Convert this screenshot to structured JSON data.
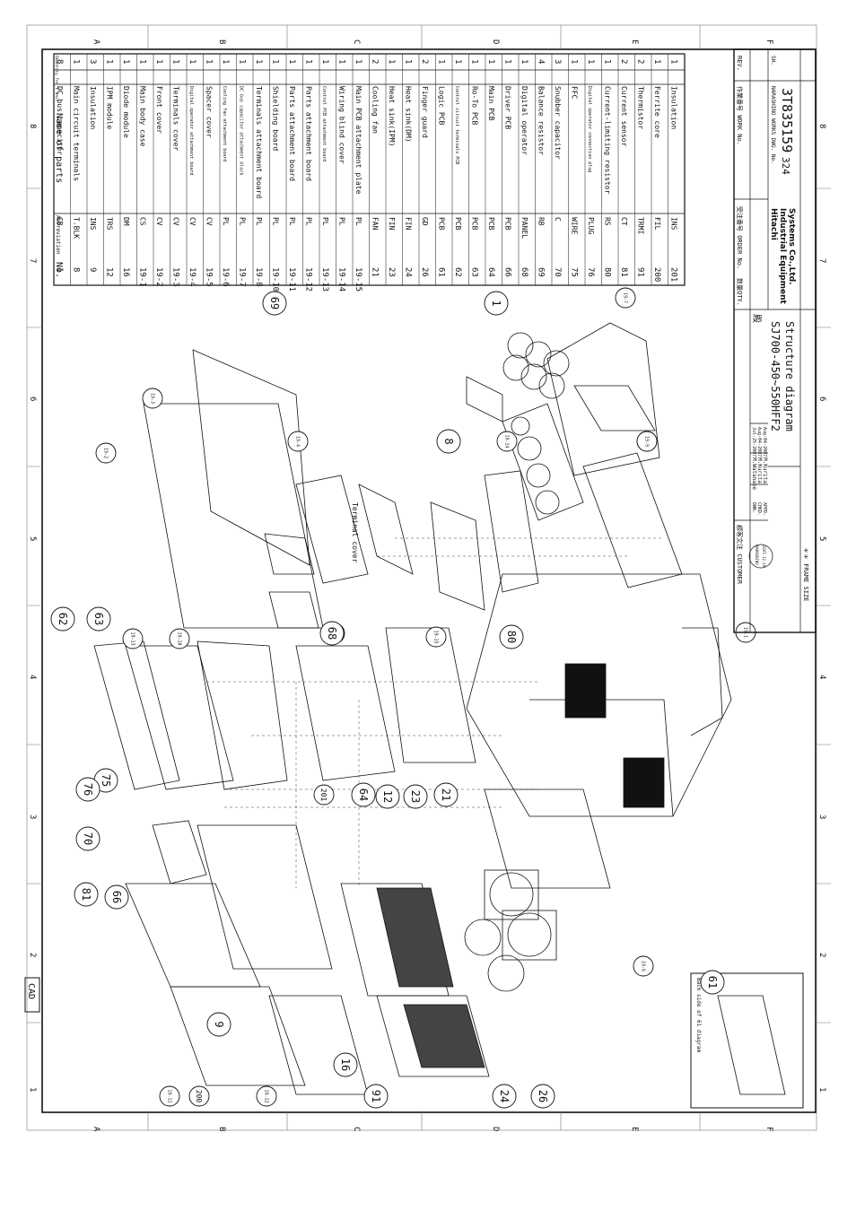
{
  "grid": {
    "letters": [
      "A",
      "B",
      "C",
      "D",
      "E",
      "F"
    ],
    "numbers": [
      "1",
      "2",
      "3",
      "4",
      "5",
      "6",
      "7",
      "8"
    ]
  },
  "stamp": "CAD",
  "parts_header": {
    "no": "No.",
    "abbr": "Abbreviation",
    "name": "Name of parts",
    "qty": "Quantity for 1 unit"
  },
  "parts": [
    {
      "no": "1",
      "abbr": "CB",
      "name": "DC bus capacitor",
      "qty": "8"
    },
    {
      "no": "8",
      "abbr": "T.BLK",
      "name": "Main circuit terminals",
      "qty": "1"
    },
    {
      "no": "9",
      "abbr": "INS",
      "name": "Insulation",
      "qty": "3"
    },
    {
      "no": "12",
      "abbr": "TRS",
      "name": "IPM module",
      "qty": "1"
    },
    {
      "no": "16",
      "abbr": "DM",
      "name": "Diode module",
      "qty": "1"
    },
    {
      "no": "19-1",
      "abbr": "CS",
      "name": "Main body case",
      "qty": "1"
    },
    {
      "no": "19-2",
      "abbr": "CV",
      "name": "Front cover",
      "qty": "1"
    },
    {
      "no": "19-3",
      "abbr": "CV",
      "name": "Terminals cover",
      "qty": "1"
    },
    {
      "no": "19-4",
      "abbr": "CV",
      "name": "Digital operator attachment board",
      "qty": "1"
    },
    {
      "no": "19-5",
      "abbr": "CV",
      "name": "Spacer cover",
      "qty": "1"
    },
    {
      "no": "19-6",
      "abbr": "PL",
      "name": "Cooling fan attachment board",
      "qty": "1"
    },
    {
      "no": "19-7",
      "abbr": "PL",
      "name": "DC bus capacitor attachment block",
      "qty": "1"
    },
    {
      "no": "19-8",
      "abbr": "PL",
      "name": "Terminals attachment board",
      "qty": "1"
    },
    {
      "no": "19-10",
      "abbr": "PL",
      "name": "Shielding board",
      "qty": "1"
    },
    {
      "no": "19-11",
      "abbr": "PL",
      "name": "Parts attachment board",
      "qty": "1"
    },
    {
      "no": "19-12",
      "abbr": "PL",
      "name": "Parts attachment board",
      "qty": "1"
    },
    {
      "no": "19-13",
      "abbr": "PL",
      "name": "Control PCB attachment board",
      "qty": "1"
    },
    {
      "no": "19-14",
      "abbr": "PL",
      "name": "Wiring blind cover",
      "qty": "1"
    },
    {
      "no": "19-15",
      "abbr": "PL",
      "name": "Main PCB attachment plate",
      "qty": "1"
    },
    {
      "no": "21",
      "abbr": "FAN",
      "name": "Cooling fan",
      "qty": "2"
    },
    {
      "no": "23",
      "abbr": "FIN",
      "name": "Heat sink(IPM)",
      "qty": "1"
    },
    {
      "no": "24",
      "abbr": "FIN",
      "name": "Heat sink(DM)",
      "qty": "1"
    },
    {
      "no": "26",
      "abbr": "GD",
      "name": "Finger guard",
      "qty": "2"
    },
    {
      "no": "61",
      "abbr": "PCB",
      "name": "Logic PCB",
      "qty": "1"
    },
    {
      "no": "62",
      "abbr": "PCB",
      "name": "Control circuit terminals PCB",
      "qty": "1"
    },
    {
      "no": "63",
      "abbr": "PCB",
      "name": "Ro-To PCB",
      "qty": "1"
    },
    {
      "no": "64",
      "abbr": "PCB",
      "name": "Main PCB",
      "qty": "1"
    },
    {
      "no": "66",
      "abbr": "PCB",
      "name": "Driver PCB",
      "qty": "1"
    },
    {
      "no": "68",
      "abbr": "PANEL",
      "name": "Digital operator",
      "qty": "1"
    },
    {
      "no": "69",
      "abbr": "RB",
      "name": "Balance resistor",
      "qty": "4"
    },
    {
      "no": "70",
      "abbr": "C",
      "name": "Snubber capacitor",
      "qty": "3"
    },
    {
      "no": "75",
      "abbr": "WIRE",
      "name": "FFC",
      "qty": "1"
    },
    {
      "no": "76",
      "abbr": "PLUG",
      "name": "Digital operator connection plug",
      "qty": "1"
    },
    {
      "no": "80",
      "abbr": "RS",
      "name": "Current-limiting resistor",
      "qty": "1"
    },
    {
      "no": "81",
      "abbr": "CT",
      "name": "Current sensor",
      "qty": "2"
    },
    {
      "no": "91",
      "abbr": "TRMI",
      "name": "Thermistor",
      "qty": "2"
    },
    {
      "no": "200",
      "abbr": "FIL",
      "name": "Ferrite core",
      "qty": "1"
    },
    {
      "no": "201",
      "abbr": "INS",
      "name": "Insulation",
      "qty": "1"
    }
  ],
  "title_block": {
    "customer_label": "顧客文注 CUSTOMER",
    "customer_suffix": "殿",
    "qty_label": "数量QTY.",
    "order_label": "受注番号 ORDER No.",
    "work_label": "作業番号 WORK No.",
    "rev_label": "REV.",
    "stamp_line1": "NARASHINO",
    "stamp_line2": "2007.12.19",
    "dwn_label": "DWN.",
    "dwn_name": "M.Watanabe",
    "dwn_date": "Jul-25-2007",
    "chkd_label": "CHKD.",
    "chkd_name": "M.Kurita",
    "chkd_date": "Aug-04-2007",
    "appd_label": "APPD.",
    "appd_name": "M.Kurita",
    "appd_date": "Aug-04-2007",
    "model": "SJ700-450~550HFF2",
    "title": "Structure diagram",
    "company_line1": "Hitachi",
    "company_line2": "Industrial Equipment",
    "company_line3": "Systems Co.,Ltd.",
    "works_label": "NARASHINO WORKS DWG. No.",
    "dwg_prefix": "324",
    "dwg_no": "3T835159",
    "sh_label": "SH.",
    "frame_label": "＊＊ FRAME SIZE"
  },
  "callouts": [
    "1",
    "8",
    "9",
    "12",
    "16",
    "19-1",
    "19-2",
    "19-3",
    "19-4",
    "19-5",
    "19-6",
    "19-7",
    "19-8",
    "19-9",
    "19-10",
    "19-11",
    "19-12",
    "19-13",
    "19-14",
    "19-15",
    "21",
    "23",
    "24",
    "26",
    "61",
    "62",
    "63",
    "64",
    "66",
    "68",
    "69",
    "70",
    "75",
    "76",
    "80",
    "81",
    "91",
    "200",
    "201"
  ],
  "annotations": {
    "terminal_cover": "Terminal cover",
    "back_side": "Back side of 61 diagram"
  }
}
